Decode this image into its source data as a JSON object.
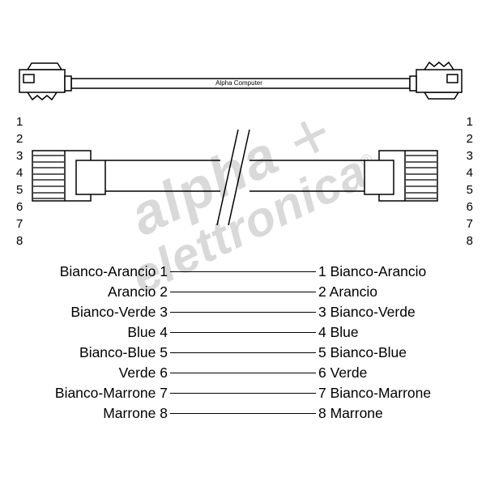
{
  "cable": {
    "label": "Alpha Computer"
  },
  "watermark": {
    "line1": "alpha",
    "plus": "+",
    "line2": "elettronica",
    "reg": "®"
  },
  "pins": [
    "1",
    "2",
    "3",
    "4",
    "5",
    "6",
    "7",
    "8"
  ],
  "wires": [
    {
      "num": "1",
      "color": "Bianco-Arancio"
    },
    {
      "num": "2",
      "color": "Arancio"
    },
    {
      "num": "3",
      "color": "Bianco-Verde"
    },
    {
      "num": "4",
      "color": "Blue"
    },
    {
      "num": "5",
      "color": "Bianco-Blue"
    },
    {
      "num": "6",
      "color": "Verde"
    },
    {
      "num": "7",
      "color": "Bianco-Marrone"
    },
    {
      "num": "8",
      "color": "Marrone"
    }
  ]
}
